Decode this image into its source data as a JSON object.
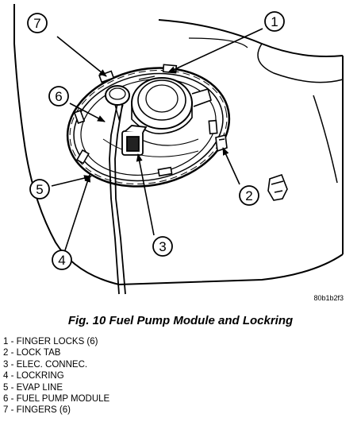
{
  "figure": {
    "code": "80b1b2f3",
    "callouts": [
      "1",
      "2",
      "3",
      "4",
      "5",
      "6",
      "7"
    ]
  },
  "caption": "Fig. 10 Fuel Pump Module and Lockring",
  "legend": [
    "1 - FINGER LOCKS (6)",
    "2 - LOCK TAB",
    "3 - ELEC. CONNEC.",
    "4 - LOCKRING",
    "5 - EVAP LINE",
    "6 - FUEL PUMP MODULE",
    "7 - FINGERS (6)"
  ]
}
